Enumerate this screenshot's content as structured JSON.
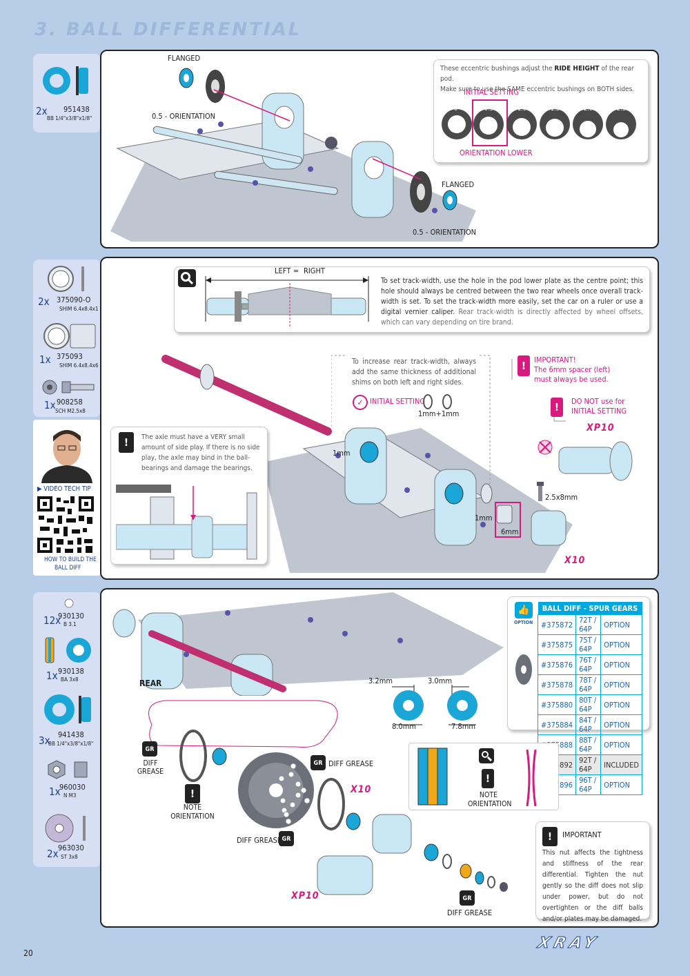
{
  "page": {
    "title": "3. BALL DIFFERENTIAL",
    "page_number": "20",
    "brand": "XRAY"
  },
  "step1": {
    "parts": [
      {
        "qty": "2x",
        "number": "951438",
        "desc": "BB 1/4\"x3/8\"x1/8\""
      }
    ],
    "labels": {
      "flanged_top": "FLANGED",
      "orientation_top": "0.5 - ORIENTATION",
      "flanged_bottom": "FLANGED",
      "orientation_bottom": "0.5 - ORIENTATION"
    },
    "info": {
      "line1_pre": "These eccentric bushings adjust the ",
      "line1_bold": "RIDE HEIGHT",
      "line1_post": " of the rear pod.",
      "line2": "Make sure to use the SAME eccentric bushings on BOTH sides.",
      "initial_setting": "INITIAL SETTING",
      "orientation_lower": "ORIENTATION LOWER",
      "bushings": [
        "0",
        "0.5",
        "1.0",
        "1.5",
        "2.0",
        "2.5"
      ]
    }
  },
  "step2": {
    "parts": [
      {
        "qty": "2x",
        "number": "375090-O",
        "desc": "SHIM 6.4x8.4x1"
      },
      {
        "qty": "1x",
        "number": "375093",
        "desc": "SHIM 6.4x8.4x6"
      },
      {
        "qty": "1x",
        "number": "908258",
        "desc": "SCH M2.5x8"
      }
    ],
    "video": {
      "tip_label": "VIDEO TECH TIP",
      "caption_line1": "HOW TO BUILD THE",
      "caption_line2": "BALL DIFF"
    },
    "trackwidth": {
      "left": "LEFT",
      "equals": "=",
      "right": "RIGHT",
      "text": "To set track-width, use the hole in the pod lower plate as the centre point; this hole should always be centred between the two rear wheels once overall track-width is set. To set the track-width more easily, set the car on a ruler or use a digital vernier caliper.",
      "text2": "Rear track-width is directly affected by wheel offsets, which can vary depending on tire brand."
    },
    "shim_note": "To increase rear track-width, always add the same thickness of additional shims on both left and right sides.",
    "initial_setting": "INITIAL SETTING",
    "initial_shims": "1mm+1mm",
    "important_title": "IMPORTANT!",
    "important_text1": "The 6mm spacer (left)",
    "important_text2": "must always be used.",
    "donot_line1": "DO NOT use for",
    "donot_line2": "INITIAL SETTING",
    "brand_xp10": "XP10",
    "brand_x10": "X10",
    "axle_note": "The axle must have a VERY small amount of side play. If there is no side play, the axle may bind in the ball-bearings and damage the bearings.",
    "labels": {
      "mm1a": "1mm",
      "mm1b": "1mm",
      "mm6": "6mm",
      "screw": "2.5x8mm"
    }
  },
  "step3": {
    "parts": [
      {
        "qty": "12x",
        "number": "930130",
        "desc": "B 3.1"
      },
      {
        "qty": "1x",
        "number": "930138",
        "desc": "BA 3x8"
      },
      {
        "qty": "3x",
        "number": "941438",
        "desc": "BB 1/4\"x3/8\"x1/8\""
      },
      {
        "qty": "1x",
        "number": "960030",
        "desc": "N M3"
      },
      {
        "qty": "2x",
        "number": "963030",
        "desc": "ST 3x8"
      }
    ],
    "rear_label": "REAR",
    "option_label": "OPTION",
    "gears": {
      "title": "BALL DIFF - SPUR GEARS",
      "rows": [
        [
          "#375872",
          "72T / 64P",
          "OPTION"
        ],
        [
          "#375875",
          "75T / 64P",
          "OPTION"
        ],
        [
          "#375876",
          "76T / 64P",
          "OPTION"
        ],
        [
          "#375878",
          "78T / 64P",
          "OPTION"
        ],
        [
          "#375880",
          "80T / 64P",
          "OPTION"
        ],
        [
          "#375884",
          "84T / 64P",
          "OPTION"
        ],
        [
          "#375888",
          "88T / 64P",
          "OPTION"
        ],
        [
          "#375892",
          "92T / 64P",
          "INCLUDED"
        ],
        [
          "#375896",
          "96T / 64P",
          "OPTION"
        ]
      ]
    },
    "dims": {
      "d1": "3.2mm",
      "d2": "3.0mm",
      "d3": "8.0mm",
      "d4": "7.8mm"
    },
    "diff_grease_left": "DIFF GREASE",
    "diff_grease_mid": "DIFF GREASE",
    "diff_grease_center": "DIFF GREASE",
    "diff_grease_bottom": "DIFF GREASE",
    "gr": "GR",
    "note_orientation_left": "NOTE ORIENTATION",
    "note_orientation_right": "NOTE ORIENTATION",
    "brand_x10": "X10",
    "brand_xp10": "XP10",
    "important_title": "IMPORTANT",
    "important_text": "This nut affects the tightness and stiffness of the rear differential. Tighten the nut gently so the diff does not slip under power, but do not overtighten or the diff balls and/or plates may be damaged."
  }
}
